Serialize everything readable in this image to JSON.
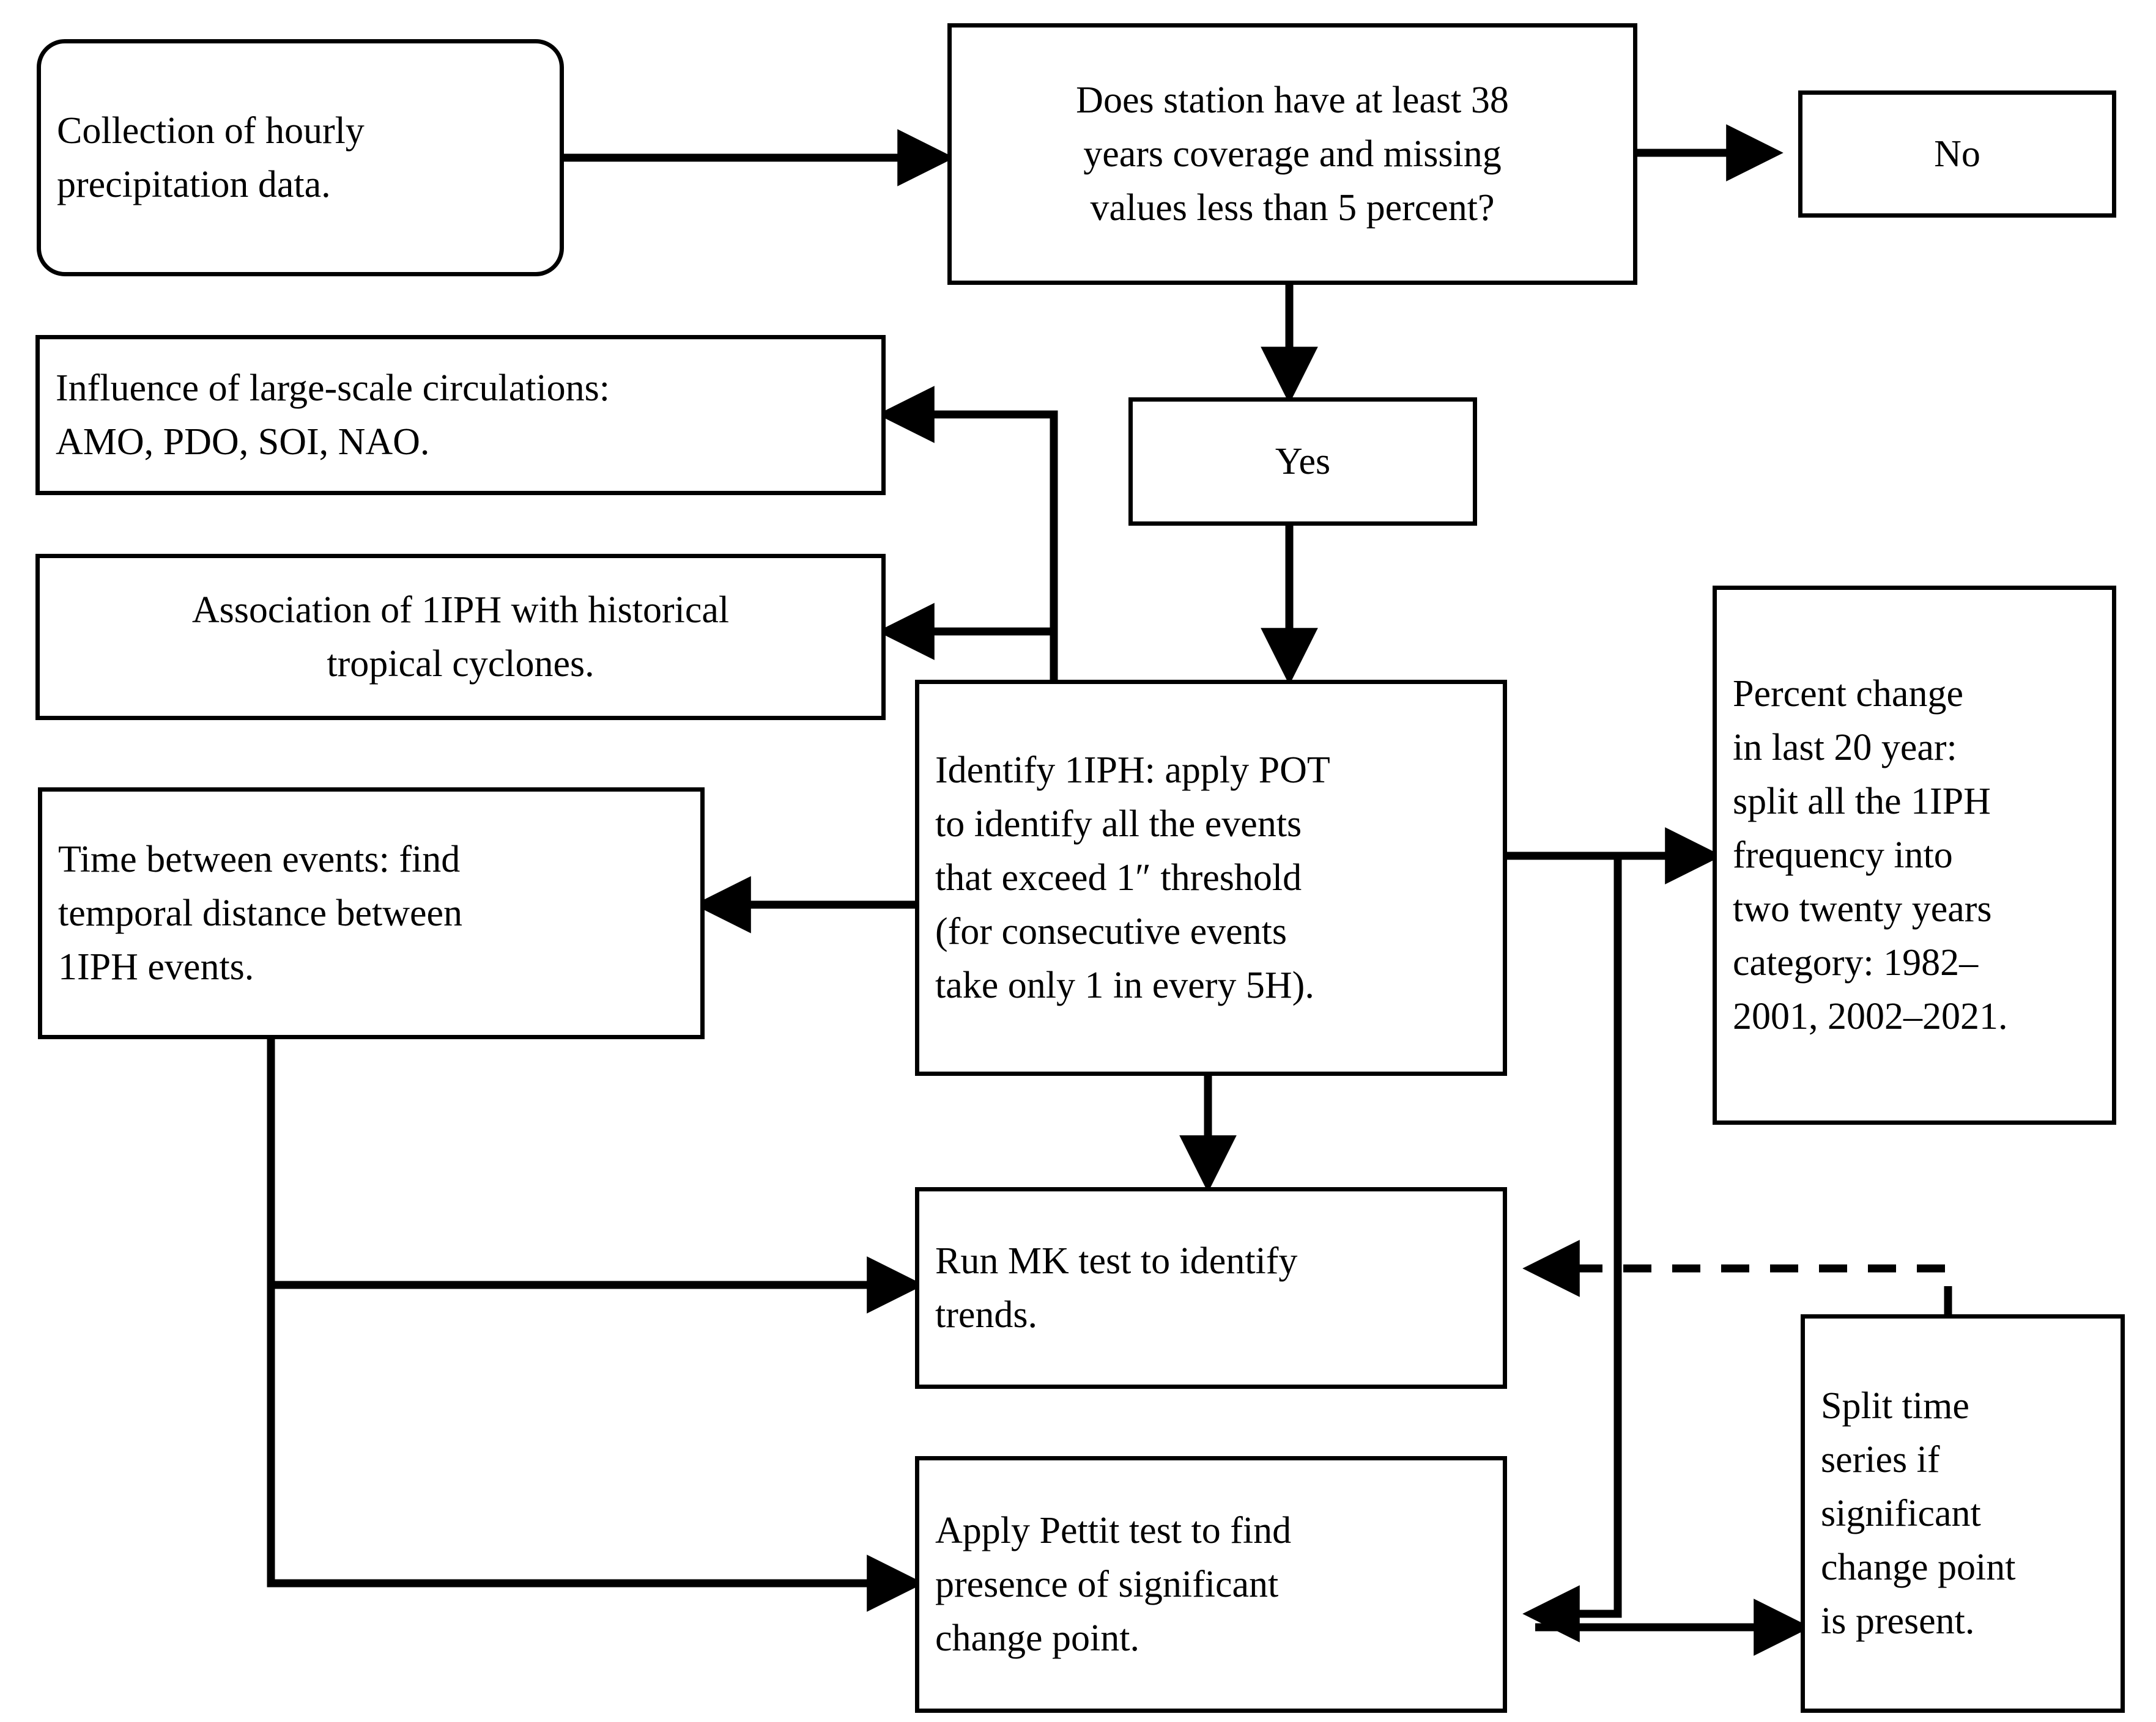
{
  "diagram": {
    "type": "flowchart",
    "title": "Methodology flowchart for 1IPH precipitation analysis",
    "line_color": "#000000",
    "background_color": "#ffffff",
    "nodes": [
      {
        "id": "collection",
        "label": "Collection of hourly\nprecipitation data.",
        "shape": "rounded-rectangle",
        "align": "left"
      },
      {
        "id": "decision",
        "label": "Does station have at least 38\nyears coverage and missing\nvalues less than 5 percent?",
        "shape": "rectangle",
        "align": "center"
      },
      {
        "id": "no",
        "label": "No",
        "shape": "rectangle",
        "align": "center"
      },
      {
        "id": "yes",
        "label": "Yes",
        "shape": "rectangle",
        "align": "center"
      },
      {
        "id": "influence",
        "label": "Influence of large-scale circulations:\nAMO, PDO, SOI, NAO.",
        "shape": "rectangle",
        "align": "left"
      },
      {
        "id": "association",
        "label": "Association of 1IPH with historical\ntropical cyclones.",
        "shape": "rectangle",
        "align": "center"
      },
      {
        "id": "time_between",
        "label": "Time between events: find\ntemporal distance between\n1IPH events.",
        "shape": "rectangle",
        "align": "left"
      },
      {
        "id": "identify",
        "label": "Identify 1IPH: apply POT\nto identify all the events\nthat exceed 1″ threshold\n(for consecutive events\ntake only 1 in every 5H).",
        "shape": "rectangle",
        "align": "left"
      },
      {
        "id": "percent_change",
        "label": "Percent change\nin last 20 year:\nsplit all the 1IPH\nfrequency into\ntwo twenty years\ncategory: 1982–\n2001, 2002–2021.",
        "shape": "rectangle",
        "align": "left"
      },
      {
        "id": "mk_test",
        "label": "Run MK test to identify\ntrends.",
        "shape": "rectangle",
        "align": "left"
      },
      {
        "id": "pettit_test",
        "label": "Apply Pettit test to find\npresence of significant\nchange point.",
        "shape": "rectangle",
        "align": "left"
      },
      {
        "id": "split_series",
        "label": "Split time\nseries if\nsignificant\nchange point\nis present.",
        "shape": "rectangle",
        "align": "left"
      }
    ],
    "edges": [
      {
        "from": "collection",
        "to": "decision",
        "style": "solid",
        "arrow": "end"
      },
      {
        "from": "decision",
        "to": "no",
        "style": "solid",
        "arrow": "end"
      },
      {
        "from": "decision",
        "to": "yes",
        "style": "solid",
        "arrow": "end"
      },
      {
        "from": "yes",
        "to": "identify",
        "style": "solid",
        "arrow": "end"
      },
      {
        "from": "identify",
        "to": "influence",
        "style": "solid",
        "arrow": "end"
      },
      {
        "from": "identify",
        "to": "association",
        "style": "solid",
        "arrow": "end"
      },
      {
        "from": "identify",
        "to": "time_between",
        "style": "solid",
        "arrow": "end"
      },
      {
        "from": "identify",
        "to": "percent_change",
        "style": "solid",
        "arrow": "end"
      },
      {
        "from": "identify",
        "to": "mk_test",
        "style": "solid",
        "arrow": "end"
      },
      {
        "from": "identify",
        "to": "pettit_test",
        "style": "solid",
        "arrow": "end"
      },
      {
        "from": "time_between",
        "to": "mk_test",
        "style": "solid",
        "arrow": "end"
      },
      {
        "from": "time_between",
        "to": "pettit_test",
        "style": "solid",
        "arrow": "end"
      },
      {
        "from": "pettit_test",
        "to": "split_series",
        "style": "solid",
        "arrow": "end"
      },
      {
        "from": "split_series",
        "to": "mk_test",
        "style": "dashed",
        "arrow": "end"
      }
    ]
  }
}
